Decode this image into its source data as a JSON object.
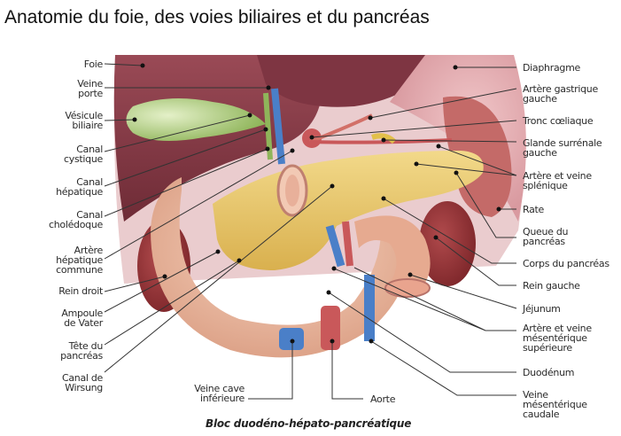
{
  "title": "Anatomie du foie, des voies biliaires et du pancréas",
  "caption": "Bloc duodéno-hépato-pancréatique",
  "labels_left": [
    {
      "id": "foie",
      "lines": [
        "Foie"
      ]
    },
    {
      "id": "veine-porte",
      "lines": [
        "Veine",
        "porte"
      ]
    },
    {
      "id": "vesicule-biliaire",
      "lines": [
        "Vésicule",
        "biliaire"
      ]
    },
    {
      "id": "canal-cystique",
      "lines": [
        "Canal",
        "cystique"
      ]
    },
    {
      "id": "canal-hepatique",
      "lines": [
        "Canal",
        "hépatique"
      ]
    },
    {
      "id": "canal-choledoque",
      "lines": [
        "Canal",
        "cholédoque"
      ]
    },
    {
      "id": "artere-hepatique-commune",
      "lines": [
        "Artère",
        "hépatique",
        "commune"
      ]
    },
    {
      "id": "rein-droit",
      "lines": [
        "Rein droit"
      ]
    },
    {
      "id": "ampoule-de-vater",
      "lines": [
        "Ampoule",
        "de Vater"
      ]
    },
    {
      "id": "tete-du-pancreas",
      "lines": [
        "Tête du",
        "pancréas"
      ]
    },
    {
      "id": "canal-de-wirsung",
      "lines": [
        "Canal de",
        "Wirsung"
      ]
    }
  ],
  "labels_right": [
    {
      "id": "diaphragme",
      "lines": [
        "Diaphragme"
      ]
    },
    {
      "id": "artere-gastrique-gauche",
      "lines": [
        "Artère gastrique",
        "gauche"
      ]
    },
    {
      "id": "tronc-coeliaque",
      "lines": [
        "Tronc cœliaque"
      ]
    },
    {
      "id": "glande-surrenale-gauche",
      "lines": [
        "Glande surrénale",
        "gauche"
      ]
    },
    {
      "id": "artere-veine-splenique",
      "lines": [
        "Artère et veine",
        "splénique"
      ]
    },
    {
      "id": "rate",
      "lines": [
        "Rate"
      ]
    },
    {
      "id": "queue-du-pancreas",
      "lines": [
        "Queue du",
        "pancréas"
      ]
    },
    {
      "id": "corps-du-pancreas",
      "lines": [
        "Corps du pancréas"
      ]
    },
    {
      "id": "rein-gauche",
      "lines": [
        "Rein gauche"
      ]
    },
    {
      "id": "jejunum",
      "lines": [
        "Jéjunum"
      ]
    },
    {
      "id": "artere-veine-mesenterique-superieure",
      "lines": [
        "Artère et veine",
        "mésentérique",
        "supérieure"
      ]
    },
    {
      "id": "duodenum",
      "lines": [
        "Duodénum"
      ]
    },
    {
      "id": "veine-mesenterique-caudale",
      "lines": [
        "Veine",
        "mésentérique",
        "caudale"
      ]
    }
  ],
  "labels_bottom": [
    {
      "id": "veine-cave-inferieure",
      "lines": [
        "Veine cave",
        "inférieure"
      ]
    },
    {
      "id": "aorte",
      "lines": [
        "Aorte"
      ]
    }
  ],
  "colors": {
    "liver": "#8a3e4a",
    "liver_light": "#b06a72",
    "diaphragm": "#e6b4b8",
    "gallbladder": "#b9d48a",
    "pancreas": "#e8c868",
    "duodenum": "#e9b49a",
    "kidney": "#8e2f33",
    "vein": "#4a7fc8",
    "artery": "#c9585a",
    "leader": "#333333"
  }
}
